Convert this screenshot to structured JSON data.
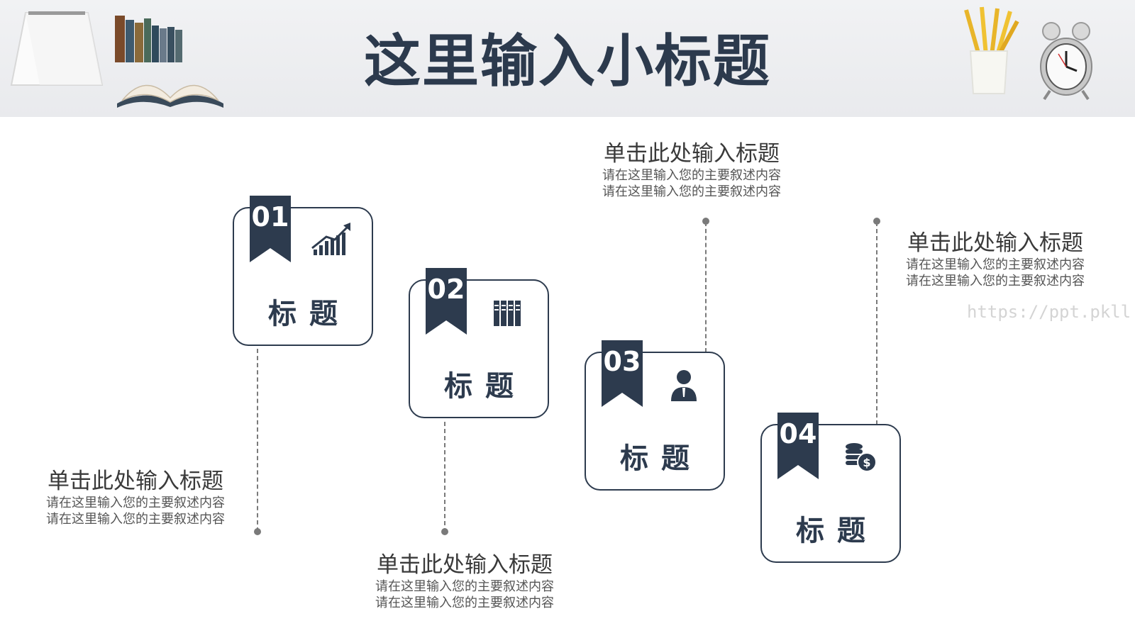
{
  "header": {
    "title": "这里输入小标题"
  },
  "cards": [
    {
      "number": "01",
      "label": "标题",
      "icon": "bar-chart-growth-icon"
    },
    {
      "number": "02",
      "label": "标题",
      "icon": "binders-icon"
    },
    {
      "number": "03",
      "label": "标题",
      "icon": "person-icon"
    },
    {
      "number": "04",
      "label": "标题",
      "icon": "coins-dollar-icon"
    }
  ],
  "text_blocks": [
    {
      "title": "单击此处输入标题",
      "line1": "请在这里输入您的主要叙述内容",
      "line2": "请在这里输入您的主要叙述内容"
    },
    {
      "title": "单击此处输入标题",
      "line1": "请在这里输入您的主要叙述内容",
      "line2": "请在这里输入您的主要叙述内容"
    },
    {
      "title": "单击此处输入标题",
      "line1": "请在这里输入您的主要叙述内容",
      "line2": "请在这里输入您的主要叙述内容"
    },
    {
      "title": "单击此处输入标题",
      "line1": "请在这里输入您的主要叙述内容",
      "line2": "请在这里输入您的主要叙述内容"
    }
  ],
  "watermark": "https://ppt.pkll.de",
  "colors": {
    "accent": "#2d3b4e",
    "line": "#7a7a7a",
    "header_bg": "#eeeff1"
  }
}
